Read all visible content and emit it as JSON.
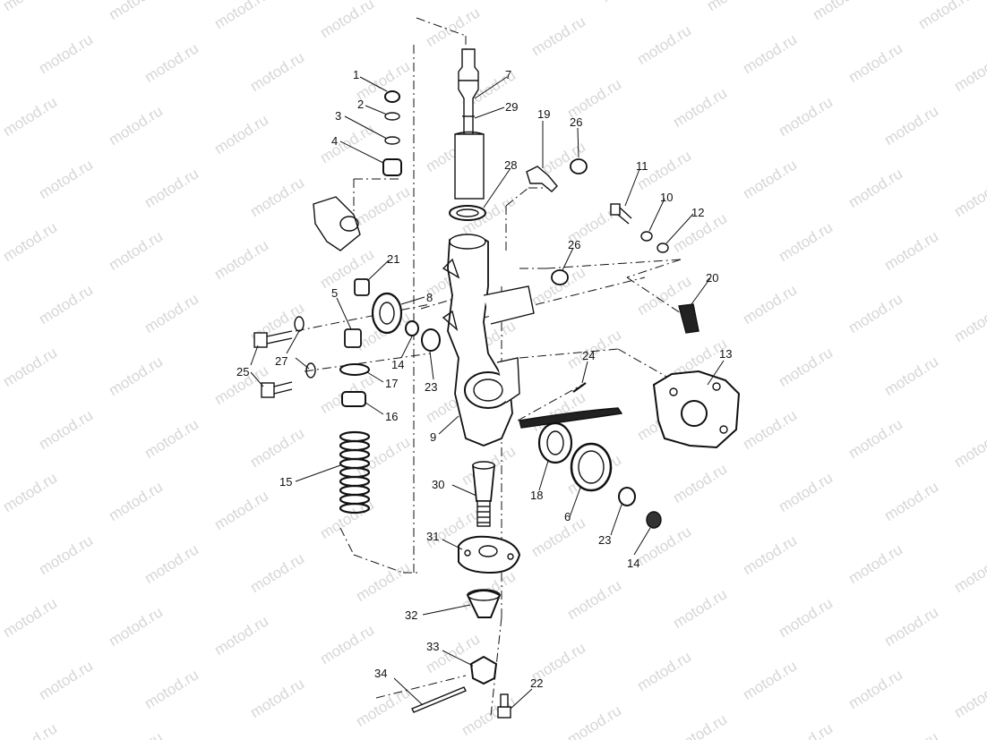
{
  "watermark_text": "motod.ru",
  "callouts": [
    {
      "id": "c1",
      "label": "1"
    },
    {
      "id": "c2",
      "label": "2"
    },
    {
      "id": "c3",
      "label": "3"
    },
    {
      "id": "c4",
      "label": "4"
    },
    {
      "id": "c5",
      "label": "5"
    },
    {
      "id": "c6",
      "label": "6"
    },
    {
      "id": "c7",
      "label": "7"
    },
    {
      "id": "c8",
      "label": "8"
    },
    {
      "id": "c9",
      "label": "9"
    },
    {
      "id": "c10",
      "label": "10"
    },
    {
      "id": "c11",
      "label": "11"
    },
    {
      "id": "c12",
      "label": "12"
    },
    {
      "id": "c13",
      "label": "13"
    },
    {
      "id": "c14a",
      "label": "14"
    },
    {
      "id": "c14b",
      "label": "14"
    },
    {
      "id": "c15",
      "label": "15"
    },
    {
      "id": "c16",
      "label": "16"
    },
    {
      "id": "c17",
      "label": "17"
    },
    {
      "id": "c18",
      "label": "18"
    },
    {
      "id": "c19",
      "label": "19"
    },
    {
      "id": "c20",
      "label": "20"
    },
    {
      "id": "c21",
      "label": "21"
    },
    {
      "id": "c22",
      "label": "22"
    },
    {
      "id": "c23a",
      "label": "23"
    },
    {
      "id": "c23b",
      "label": "23"
    },
    {
      "id": "c24",
      "label": "24"
    },
    {
      "id": "c25",
      "label": "25"
    },
    {
      "id": "c26a",
      "label": "26"
    },
    {
      "id": "c26b",
      "label": "26"
    },
    {
      "id": "c27",
      "label": "27"
    },
    {
      "id": "c28",
      "label": "28"
    },
    {
      "id": "c29",
      "label": "29"
    },
    {
      "id": "c30",
      "label": "30"
    },
    {
      "id": "c31",
      "label": "31"
    },
    {
      "id": "c32",
      "label": "32"
    },
    {
      "id": "c33",
      "label": "33"
    },
    {
      "id": "c34",
      "label": "34"
    }
  ]
}
